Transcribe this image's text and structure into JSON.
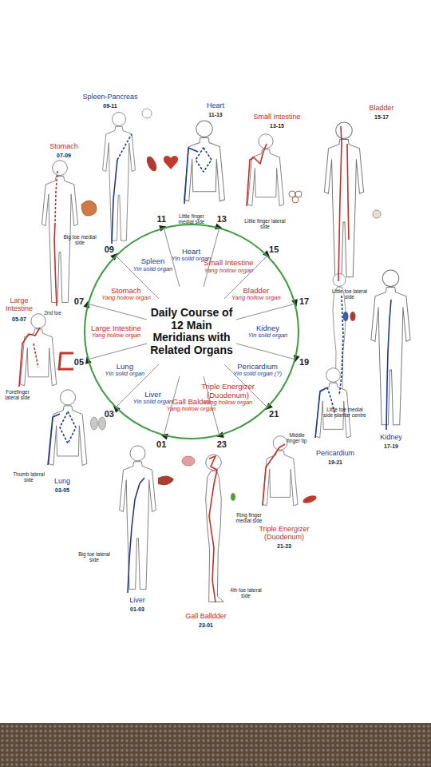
{
  "diagram": {
    "nodes": [
      {
        "text": [
          "Daily Course of 12 Main Meridians with Related Organs"
        ]
      },
      {
        "text": [
          "Heart",
          "Yin solid organ"
        ],
        "in": 0
      },
      {
        "text": [
          "Small Intestine",
          "Yang hollow organ"
        ],
        "in": 0
      },
      {
        "text": [
          "Bladder",
          "Yang hollow organ"
        ],
        "in": 0
      },
      {
        "text": [
          "Kidney",
          "Yin solid organ"
        ],
        "in": 0
      },
      {
        "text": [
          "Pericardium",
          "Yin solid organ (?)"
        ],
        "in": 0
      },
      {
        "text": [
          "Triple Energizer (Duodenum)",
          "Yang hollow organ"
        ],
        "in": 0
      },
      {
        "text": [
          "Gall Balder",
          "Yang hollow organ"
        ],
        "in": 0
      },
      {
        "text": [
          "Liver",
          "Yin solid organ"
        ],
        "in": 0
      },
      {
        "text": [
          "Lung",
          "Yin solid organ"
        ],
        "in": 0
      },
      {
        "text": [
          "Large Intestine",
          "Yang hollow organ"
        ],
        "in": 0
      },
      {
        "text": [
          "Stomach",
          "Yang hollow organ"
        ],
        "in": 0
      },
      {
        "text": [
          "Spleen",
          "Yin solid organ"
        ],
        "in": 0
      }
    ],
    "labels": [
      "11",
      "13",
      "15",
      "17",
      "19",
      "21",
      "23",
      "01",
      "03",
      "05",
      "07",
      "09",
      "Spleen-Pancreas",
      "09-11",
      "Heart",
      "11-13",
      "Small Intestine",
      "13-15",
      "Bladder",
      "15-17",
      "Stomach",
      "07-09",
      "Large Intestine",
      "05-07",
      "Kidney",
      "17-19",
      "Pericardium",
      "19-21",
      "Lung",
      "03-05",
      "Triple Energizer (Duodenum)",
      "21-23",
      "Liver",
      "01-03",
      "Gall Balldder",
      "23-01",
      "Big toe medial side",
      "Little finger medial side",
      "Little finger lateral side",
      "Little toe lateral side",
      "2nd toe",
      "Forefinger lateral side",
      "Little toe medial side plantar centre",
      "Middle finger tip",
      "Thumb lateral side",
      "Ring finger medial side",
      "Big toe lateral side",
      "4th toe lateral side"
    ]
  }
}
